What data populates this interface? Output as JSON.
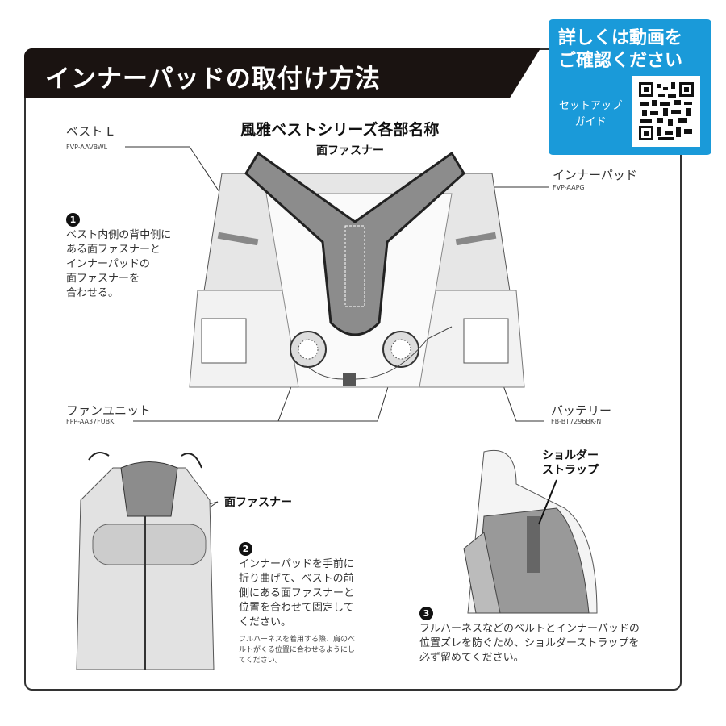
{
  "title": "インナーパッドの取付け方法",
  "video_box": {
    "heading_line1": "詳しくは動画を",
    "heading_line2": "ご確認ください",
    "guide_line1": "セットアップ",
    "guide_line2": "ガイド",
    "qr_icon": "qr-code",
    "color": "#1a9ad9"
  },
  "diagram_title": "風雅ベストシリーズ各部名称",
  "parts": {
    "vest": {
      "name": "ベスト L",
      "code": "FVP-AAVBWL"
    },
    "hook_loop_top": "面ファスナー",
    "inner_pad": {
      "name": "インナーパッド",
      "code": "FVP-AAPG"
    },
    "fan_unit": {
      "name": "ファンユニット",
      "code": "FPP-AA37FUBK"
    },
    "battery": {
      "name": "バッテリー",
      "code": "FB-BT7296BK-N"
    },
    "hook_loop_front": "面ファスナー",
    "shoulder_strap_line1": "ショルダー",
    "shoulder_strap_line2": "ストラップ"
  },
  "steps": [
    {
      "num": "1",
      "lines": [
        "ベスト内側の背中側に",
        "ある面ファスナーと",
        "インナーパッドの",
        "面ファスナーを",
        "合わせる。"
      ]
    },
    {
      "num": "2",
      "lines": [
        "インナーパッドを手前に",
        "折り曲げて、ベストの前",
        "側にある面ファスナーと",
        "位置を合わせて固定して",
        "ください。"
      ],
      "note": [
        "フルハーネスを着用する際、肩のベ",
        "ルトがくる位置に合わせるようにし",
        "てください。"
      ]
    },
    {
      "num": "3",
      "lines": [
        "フルハーネスなどのベルトとインナーパッドの",
        "位置ズレを防ぐため、ショルダーストラップを",
        "必ず留めてください。"
      ]
    }
  ]
}
